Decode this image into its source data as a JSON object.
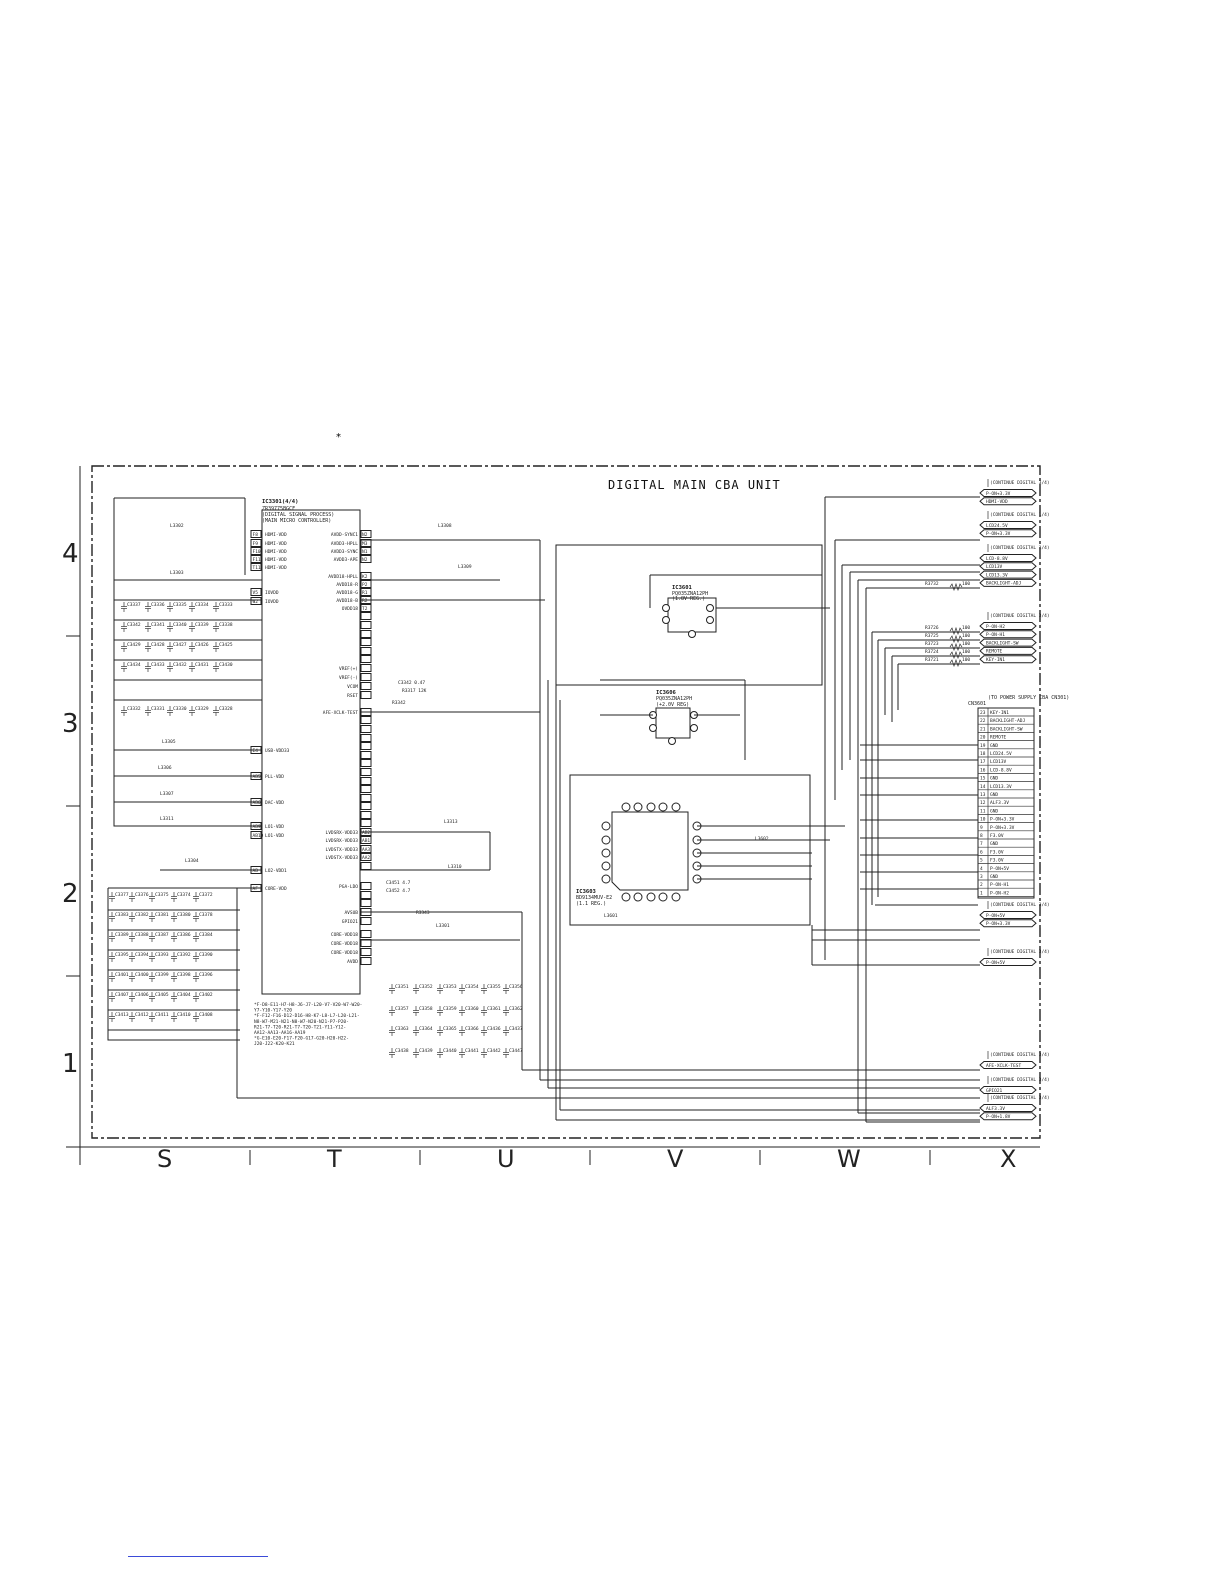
{
  "title": "DIGITAL MAIN CBA UNIT",
  "top_mark": "*",
  "row_numbers": [
    "4",
    "3",
    "2",
    "1"
  ],
  "column_letters": [
    "S",
    "T",
    "U",
    "V",
    "W",
    "X"
  ],
  "ics": {
    "main": {
      "ref": "IC3301(4/4)",
      "part": "ZR39775BGCF",
      "desc1": "(DIGITAL SIGNAL PROCESS)",
      "desc2": "(MAIN MICRO CONTROLLER)"
    },
    "ic3601": {
      "ref": "IC3601",
      "part": "PQ035ZNA12PH",
      "desc": "(1.8V REG.)"
    },
    "ic3606": {
      "ref": "IC3606",
      "part": "PQ035ZNA12PH",
      "desc": "(+2.0V REG)"
    },
    "ic3603": {
      "ref": "IC3603",
      "part": "BD9134MUV-E2",
      "desc": "(1.1 REG.)"
    }
  },
  "main_left_pins": [
    {
      "n": "F8",
      "name": "HDMI-VDD"
    },
    {
      "n": "F9",
      "name": "HDMI-VDD"
    },
    {
      "n": "F10",
      "name": "HDMI-VDD"
    },
    {
      "n": "F11",
      "name": "HDMI-VDD"
    },
    {
      "n": "T11",
      "name": "HDMI-VDD"
    },
    {
      "n": "V5",
      "name": "IOVDD"
    },
    {
      "n": "W2",
      "name": "IOVDD"
    },
    {
      "n": "E4",
      "name": "USB-VDD33"
    },
    {
      "n": "AB5",
      "name": "PLL-VDD"
    },
    {
      "n": "AB6",
      "name": "DAC-VDD"
    },
    {
      "n": "AB9",
      "name": "LO1-VDD"
    },
    {
      "n": "AB10",
      "name": "LO1-VDD"
    },
    {
      "n": "AB",
      "name": "LO2-VDD1"
    },
    {
      "n": "AF",
      "name": "CORE-VDD"
    }
  ],
  "main_right_pins": [
    {
      "n": "N2",
      "name": "AVDD-SYNC1"
    },
    {
      "n": "M3",
      "name": "AVDD3-HPLL"
    },
    {
      "n": "N1",
      "name": "AVDD3-SYNC"
    },
    {
      "n": "N2",
      "name": "AVDD3-APE"
    },
    {
      "n": "K2",
      "name": "AVDD18-HPLL"
    },
    {
      "n": "P2",
      "name": "AVDD18-R"
    },
    {
      "n": "R1",
      "name": "AVDD18-G"
    },
    {
      "n": "R2",
      "name": "AVDD18-B"
    },
    {
      "n": "T2",
      "name": "OVDD18"
    },
    {
      "n": "",
      "name": "VREF(+)"
    },
    {
      "n": "",
      "name": "VREF(-)"
    },
    {
      "n": "",
      "name": "VCOM"
    },
    {
      "n": "",
      "name": "RSET"
    },
    {
      "n": "",
      "name": "AFE-XCLK-TEST"
    },
    {
      "n": "AB2",
      "name": "LVDSRX-VDD33"
    },
    {
      "n": "AB1",
      "name": "LVDSRX-VDD33"
    },
    {
      "n": "AA3",
      "name": "LVDSTX-VDD33"
    },
    {
      "n": "AA2",
      "name": "LVDSTX-VDD33"
    },
    {
      "n": "",
      "name": "PGA-LDO"
    },
    {
      "n": "",
      "name": "AVSUB"
    },
    {
      "n": "",
      "name": "GPIO21"
    },
    {
      "n": "",
      "name": "CORE-VDD18"
    },
    {
      "n": "",
      "name": "CORE-VDD18"
    },
    {
      "n": "",
      "name": "CORE-VDD18"
    },
    {
      "n": "",
      "name": "AVDD"
    }
  ],
  "pin_notes": [
    "*F-D8-E11-H7-H8-J6-J7-L20-V7-V20-W7-W20-",
    "Y7-Y10-Y17-Y20",
    "*F-F12-F16-D12-D16-H8-K7-L8-L7-L20-L21-",
    "N8-W7-M21-N21-N8-W7-N20-N21-P7-P20-",
    "R21-T7-T20-R21-T7-T20-T21-Y11-Y12-",
    "AA12-AA13-AA16-AA19",
    "*G-E10-E20-F17-F20-G17-G20-H20-H22-",
    "J20-J22-K20-K21"
  ],
  "connector_cn3601": {
    "ref": "CN3601",
    "header": "(TO POWER SUPPLY CBA CN301)",
    "pins": [
      {
        "n": "23",
        "name": "KEY-IN1"
      },
      {
        "n": "22",
        "name": "BACKLIGHT-ADJ"
      },
      {
        "n": "21",
        "name": "BACKLIGHT-SW"
      },
      {
        "n": "20",
        "name": "REMOTE"
      },
      {
        "n": "19",
        "name": "GND"
      },
      {
        "n": "18",
        "name": "LCD24.5V"
      },
      {
        "n": "17",
        "name": "LCD13V"
      },
      {
        "n": "16",
        "name": "LCD-8.8V"
      },
      {
        "n": "15",
        "name": "GND"
      },
      {
        "n": "14",
        "name": "LCD13.3V"
      },
      {
        "n": "13",
        "name": "GND"
      },
      {
        "n": "12",
        "name": "ALF3.3V"
      },
      {
        "n": "11",
        "name": "GND"
      },
      {
        "n": "10",
        "name": "P-ON+3.3V"
      },
      {
        "n": "9",
        "name": "P-ON+3.3V"
      },
      {
        "n": "8",
        "name": "F3.0V"
      },
      {
        "n": "7",
        "name": "GND"
      },
      {
        "n": "6",
        "name": "F3.0V"
      },
      {
        "n": "5",
        "name": "F3.0V"
      },
      {
        "n": "4",
        "name": "P-ON+5V"
      },
      {
        "n": "3",
        "name": "GND"
      },
      {
        "n": "2",
        "name": "P-ON-H1"
      },
      {
        "n": "1",
        "name": "P-ON-H2"
      }
    ]
  },
  "right_signals": [
    {
      "cont": "(CONTINUE DIGITAL 3/4)",
      "signals": [
        "P-ON+3.3V",
        "HDMI-VDD"
      ]
    },
    {
      "cont": "(CONTINUE DIGITAL 1/4)",
      "signals": [
        "LCD24.5V",
        "P-ON+3.3V"
      ]
    },
    {
      "cont": "(CONTINUE DIGITAL 1/4)",
      "signals": [
        "LCD-8.8V",
        "LCD13V",
        "LCD13.3V",
        "BACKLIGHT-ADJ"
      ]
    },
    {
      "cont": "(CONTINUE DIGITAL 3/4)",
      "signals": [
        "P-ON-H2",
        "P-ON-H1",
        "BACKLIGHT-SW",
        "REMOTE",
        "KEY-IN1"
      ]
    },
    {
      "cont": "(CONTINUE DIGITAL 3/4)",
      "signals": [
        "P-ON+5V",
        "P-ON+3.3V"
      ]
    },
    {
      "cont": "(CONTINUE DIGITAL 3/4)",
      "signals": [
        "P-ON+5V"
      ]
    },
    {
      "cont": "(CONTINUE DIGITAL 3/4)",
      "signals": [
        "AFE-XCLK-TEST"
      ]
    },
    {
      "cont": "(CONTINUE DIGITAL 3/4)",
      "signals": [
        "GPIO21"
      ]
    },
    {
      "cont": "(CONTINUE DIGITAL 3/4)",
      "signals": [
        "ALF3.3V",
        "P-ON+1.8V"
      ]
    }
  ],
  "resistors_right": [
    {
      "ref": "R3732",
      "val": "100"
    },
    {
      "ref": "R3726",
      "val": "100"
    },
    {
      "ref": "R3725",
      "val": "100"
    },
    {
      "ref": "R3723",
      "val": "100"
    },
    {
      "ref": "R3724",
      "val": "100"
    },
    {
      "ref": "R3721",
      "val": "100"
    }
  ],
  "cap_labels_left": [
    "C3337",
    "C3336",
    "C3335",
    "C3334",
    "C3333",
    "C3342",
    "C3341",
    "C3340",
    "C3339",
    "C3338",
    "C3429",
    "C3428",
    "C3427",
    "C3426",
    "C3425",
    "C3434",
    "C3433",
    "C3432",
    "C3431",
    "C3430",
    "C3332",
    "C3331",
    "C3330",
    "C3329",
    "C3328"
  ],
  "cap_labels_bottom_left": [
    "C3377",
    "C3376",
    "C3375",
    "C3374",
    "C3372",
    "C3383",
    "C3382",
    "C3381",
    "C3380",
    "C3378",
    "C3389",
    "C3388",
    "C3387",
    "C3386",
    "C3384",
    "C3395",
    "C3394",
    "C3393",
    "C3392",
    "C3390",
    "C3401",
    "C3400",
    "C3399",
    "C3398",
    "C3396",
    "C3407",
    "C3406",
    "C3405",
    "C3404",
    "C3402",
    "C3413",
    "C3412",
    "C3411",
    "C3410",
    "C3408"
  ],
  "cap_labels_mid": [
    "C3351",
    "C3352",
    "C3353",
    "C3354",
    "C3355",
    "C3356",
    "C3357",
    "C3358",
    "C3359",
    "C3360",
    "C3361",
    "C3362",
    "C3363",
    "C3364",
    "C3365",
    "C3366",
    "C3436",
    "C3437",
    "C3438",
    "C3439",
    "C3440",
    "C3441",
    "C3442",
    "C3447"
  ],
  "misc_labels": {
    "l3302": "L3302",
    "l3303": "L3303",
    "l3308": "L3308",
    "l3309": "L3309",
    "l3313": "L3313",
    "l3310": "L3310",
    "l3304": "L3304",
    "l3301": "L3301",
    "l3305": "L3305",
    "l3306": "L3306",
    "l3307": "L3307",
    "l3311": "L3311",
    "l3601": "L3601",
    "l3602": "L3602",
    "c3342v": "C3342  0.47",
    "c3451": "C3451  4.7",
    "c3452": "C3452  4.7",
    "r3343": "R3343",
    "r3342": "R3342",
    "r3317": "R3317  12K"
  }
}
